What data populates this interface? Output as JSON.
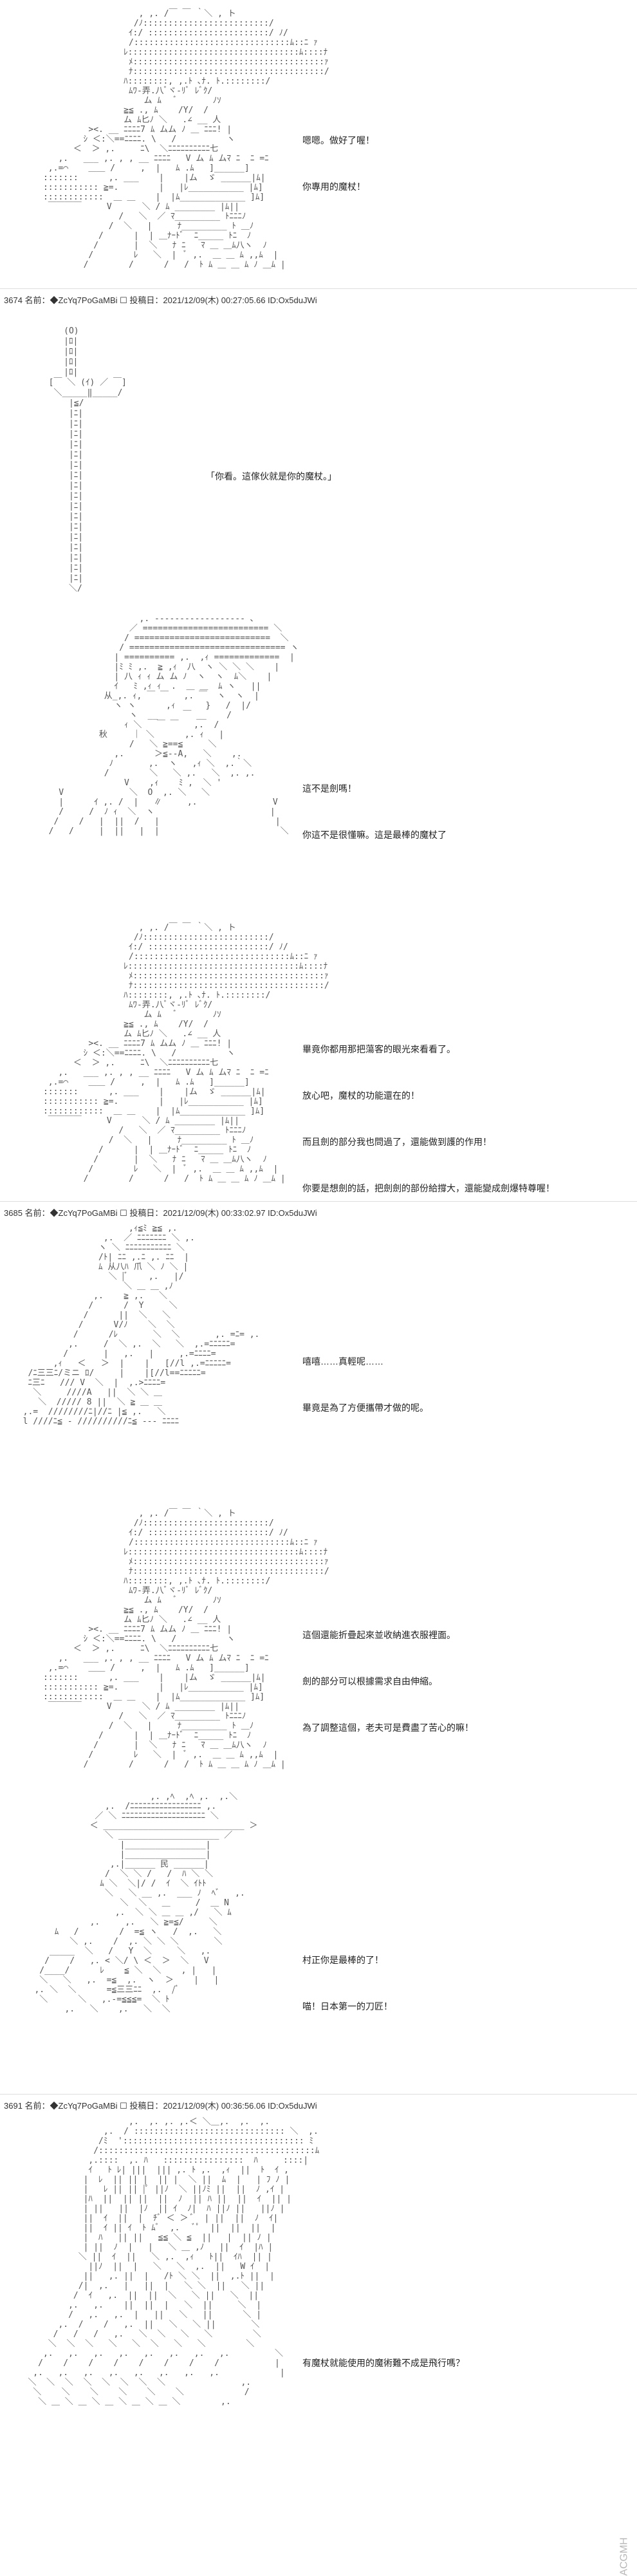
{
  "panels": [
    {
      "header": "",
      "dialog": [
        "嗯嗯。做好了喔！",
        "你專用的魔杖！"
      ]
    },
    {
      "header": "3674 名前：◆ZcYq7PoGaMBi ☐ 投稿日：2021/12/09(木) 00:27:05.66 ID:Ox5duJWi",
      "dialog": [
        "「你看。這傢伙就是你的魔杖。」"
      ]
    },
    {
      "header": "",
      "dialog": [
        "這不是劍嗎！",
        "你這不是很懂嘛。這是最棒的魔杖了"
      ]
    },
    {
      "header": "",
      "dialog": [
        "畢竟你都用那把蕩客的眼光來看看了。",
        "放心吧，魔杖的功能還在的！",
        "而且劍的部分我也問過了，還能做到護的作用！",
        "你要是想劍的話，把劍劍的部份給撐大，還能變成劍爆特尊喔！"
      ]
    },
    {
      "header": "3685 名前：◆ZcYq7PoGaMBi ☐ 投稿日：2021/12/09(木) 00:33:02.97 ID:Ox5duJWi",
      "dialog": [
        "嘻嘻……真輕呢……",
        "畢竟是為了方便攜帶才做的呢。"
      ]
    },
    {
      "header": "",
      "dialog": [
        "這個還能折疊起來並收納進衣服裡面。",
        "劍的部分可以根據需求自由伸縮。",
        "為了調整這個，老夫可是費盡了苦心的嘛！"
      ]
    },
    {
      "header": "",
      "dialog": [
        "村正你是最棒的了！",
        "喵！日本第一的刀匠！"
      ]
    },
    {
      "header": "3691 名前：◆ZcYq7PoGaMBi ☐ 投稿日：2021/12/09(木) 00:36:56.06 ID:Ox5duJWi",
      "dialog": [
        "有魔杖就能使用的魔術難不成是飛行嗎？"
      ]
    }
  ],
  "watermark": "ACGMH"
}
